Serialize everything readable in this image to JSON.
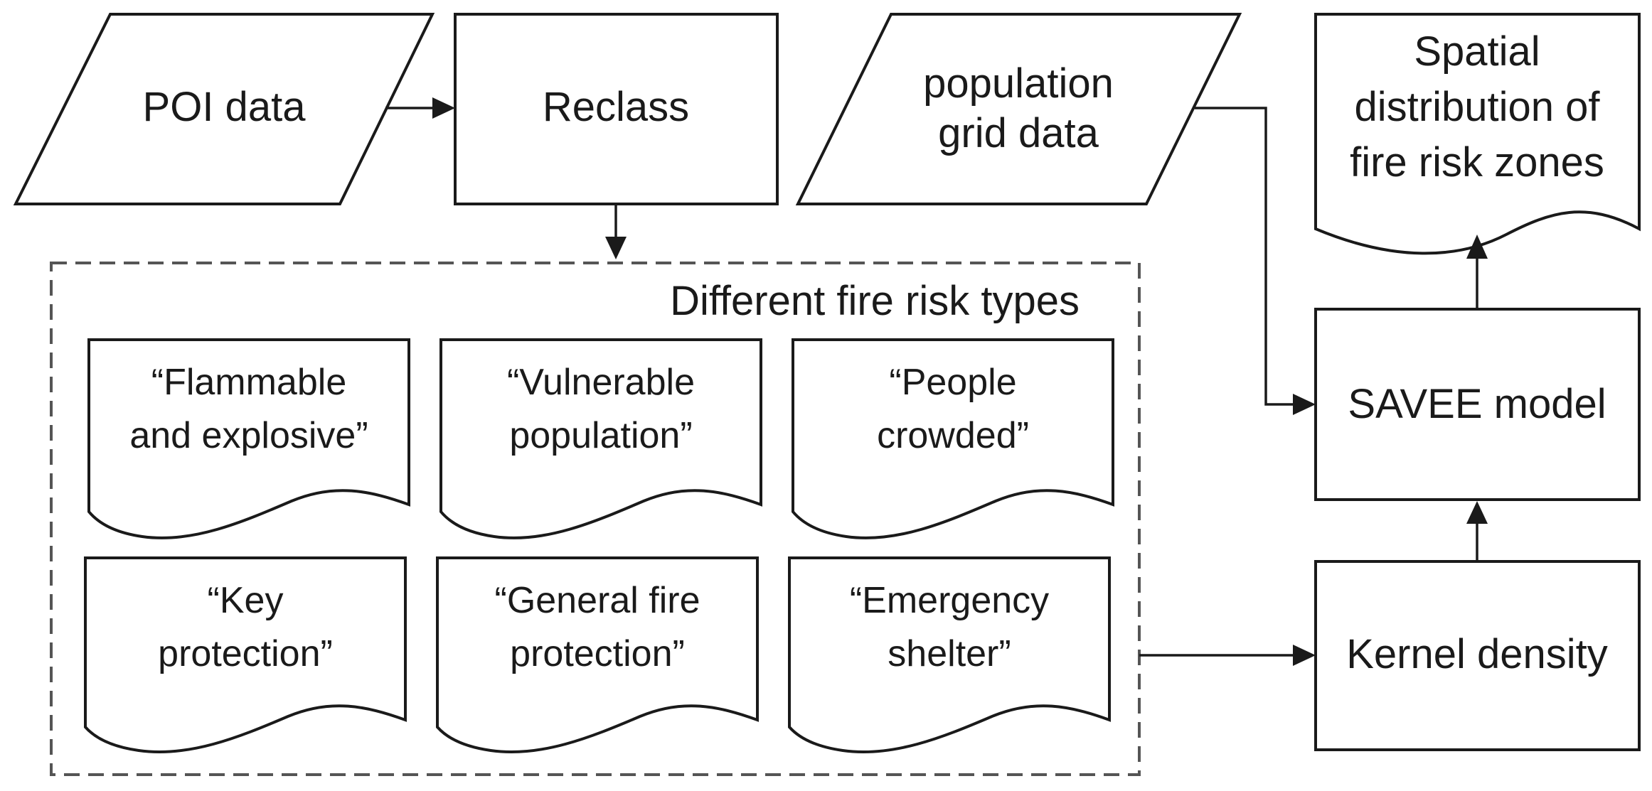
{
  "nodes": {
    "poi_data": {
      "lines": [
        "POI data"
      ]
    },
    "reclass": {
      "lines": [
        "Reclass"
      ]
    },
    "population_grid": {
      "lines": [
        "population",
        "grid data"
      ]
    },
    "spatial_distribution": {
      "lines": [
        "Spatial",
        "distribution of",
        "fire risk zones"
      ]
    },
    "savee_model": {
      "lines": [
        "SAVEE model"
      ]
    },
    "kernel_density": {
      "lines": [
        "Kernel density"
      ]
    }
  },
  "group": {
    "title": "Different fire risk types",
    "items": [
      {
        "id": "flammable",
        "lines": [
          "“Flammable",
          "and explosive”"
        ]
      },
      {
        "id": "vulnerable",
        "lines": [
          "“Vulnerable",
          "population”"
        ]
      },
      {
        "id": "people",
        "lines": [
          "“People",
          "crowded”"
        ]
      },
      {
        "id": "key",
        "lines": [
          "“Key",
          "protection”"
        ]
      },
      {
        "id": "general",
        "lines": [
          "“General fire",
          "protection”"
        ]
      },
      {
        "id": "emergency",
        "lines": [
          "“Emergency",
          "shelter”"
        ]
      }
    ]
  },
  "colors": {
    "stroke": "#1a1a1a",
    "dashed_border": "#555555",
    "background": "#ffffff"
  }
}
